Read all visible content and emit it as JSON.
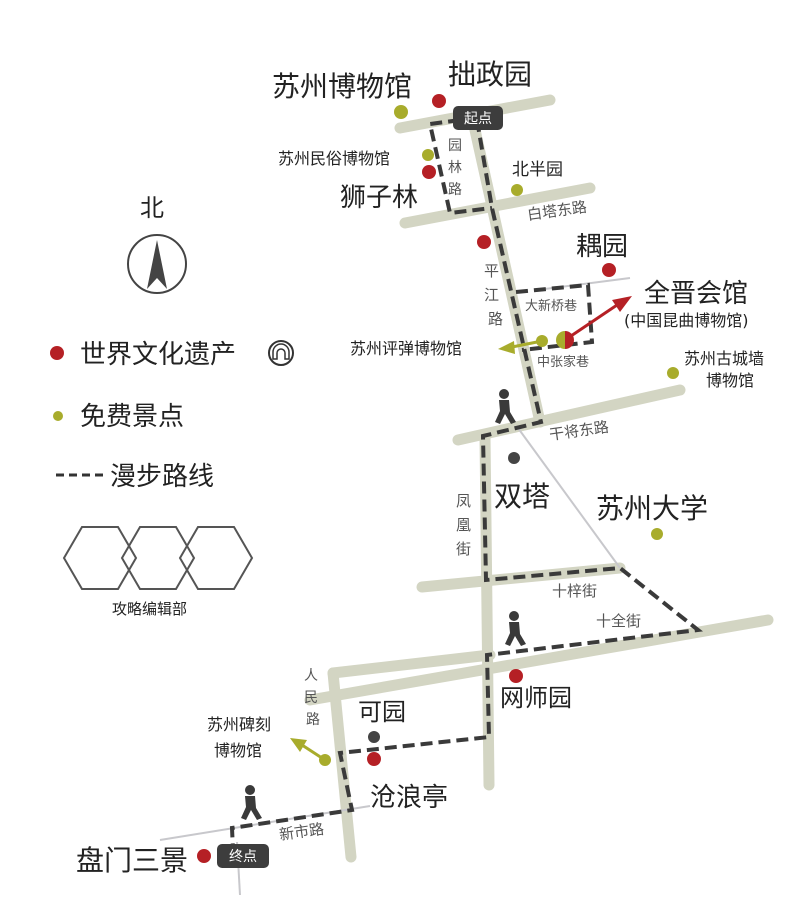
{
  "map": {
    "compass": {
      "label": "北"
    },
    "legend": {
      "items": [
        {
          "label": "世界文化遗产",
          "marker": "red-dot",
          "color": "#b52025",
          "icon": "world-heritage-emblem-icon"
        },
        {
          "label": "免费景点",
          "marker": "olive-dot",
          "color": "#a8ac2c"
        },
        {
          "label": "漫步路线",
          "marker": "dashed-line",
          "glyph": "----"
        }
      ],
      "credit": "攻略编辑部"
    },
    "markers": {
      "start": "起点",
      "end": "终点"
    },
    "places": {
      "suzhou_museum": "苏州博物馆",
      "zhuozheng_garden": "拙政园",
      "folk_museum": "苏州民俗博物馆",
      "lion_grove": "狮子林",
      "beiban_garden": "北半园",
      "ou_garden": "耦园",
      "quanjin_guild": "全晋会馆",
      "kunqu_museum": "(中国昆曲博物馆)",
      "pingtan_museum": "苏州评弹博物馆",
      "city_wall_museum_1": "苏州古城墙",
      "city_wall_museum_2": "博物馆",
      "twin_pagodas": "双塔",
      "soochow_university": "苏州大学",
      "master_nets_garden": "网师园",
      "ke_garden": "可园",
      "stele_museum_1": "苏州碑刻",
      "stele_museum_2": "博物馆",
      "canglang_pavilion": "沧浪亭",
      "panmen": "盘门三景"
    },
    "roads": {
      "yuanlin_1": "园",
      "yuanlin_2": "林",
      "yuanlin_3": "路",
      "baita_east": "白塔东路",
      "pingjiang_1": "平",
      "pingjiang_2": "江",
      "pingjiang_3": "路",
      "daxinqiao": "大新桥巷",
      "zhongzhangjia": "中张家巷",
      "ganjiang_east": "干将东路",
      "fenghuang_1": "凤",
      "fenghuang_2": "凰",
      "fenghuang_3": "街",
      "shizi": "十梓街",
      "shiquan": "十全街",
      "renmin_1": "人",
      "renmin_2": "民",
      "renmin_3": "路",
      "xinshi": "新市路"
    },
    "colors": {
      "road": "#d3d5c3",
      "route": "#3a3a3a",
      "heritage": "#b52025",
      "free": "#a8ac2c",
      "other": "#444444",
      "label_bg": "#3d3d3d"
    }
  }
}
